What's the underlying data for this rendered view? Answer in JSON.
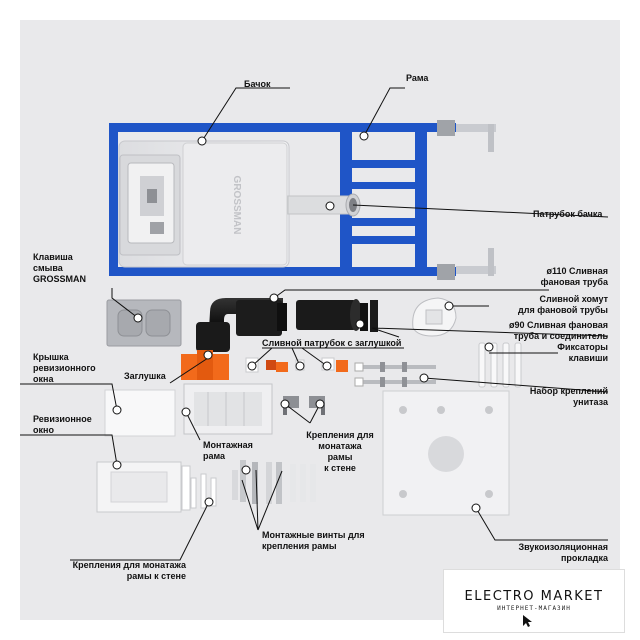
{
  "labels": {
    "tank": "Бачок",
    "frame": "Рама",
    "tank_outlet": "Патрубок бачка",
    "flush_key_line1": "Клавиша",
    "flush_key_line2": "смыва",
    "flush_key_line3": "GROSSMAN",
    "drain_pipe_110_line1": "ø110 Сливная",
    "drain_pipe_110_line2": "фановая труба",
    "drain_clamp_line1": "Сливной хомут",
    "drain_clamp_line2": "для фановой трубы",
    "drain_pipe_90_line1": "ø90 Сливная фановая",
    "drain_pipe_90_line2": "труба и соединитель",
    "drain_outlet_plug": "Сливной патрубок с заглушкой",
    "key_fixers_line1": "Фиксаторы",
    "key_fixers_line2": "клавиши",
    "revision_cover_line1": "Крышка",
    "revision_cover_line2": "ревизионного",
    "revision_cover_line3": "окна",
    "plug": "Заглушка",
    "toilet_mount_kit_line1": "Набор креплений",
    "toilet_mount_kit_line2": "унитаза",
    "revision_window_line1": "Ревизионное",
    "revision_window_line2": "окно",
    "mounting_frame_line1": "Монтажная",
    "mounting_frame_line2": "рама",
    "wall_brackets_line1": "Крепления для",
    "wall_brackets_line2": "монатажа",
    "wall_brackets_line3": "рамы",
    "wall_brackets_line4": "к стене",
    "mount_screws_line1": "Монтажные винты для",
    "mount_screws_line2": "крепления рамы",
    "sound_pad_line1": "Звукоизоляционная",
    "sound_pad_line2": "прокладка",
    "wall_mounts_line1": "Крепления для монатажа",
    "wall_mounts_line2": "рамы к стене"
  },
  "tank_brand": "GROSSMAN",
  "logo": {
    "title": "ELECTRO MARKET",
    "subtitle": "ИНТЕРНЕТ-МАГАЗИН"
  },
  "colors": {
    "background": "#e9e9eb",
    "frame_blue": "#1f55c7",
    "orange": "#f26a1b",
    "black_pipe": "#1a1a1a"
  }
}
